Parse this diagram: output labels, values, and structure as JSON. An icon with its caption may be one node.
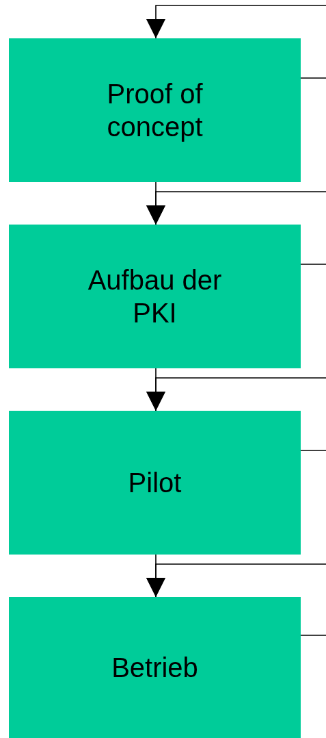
{
  "diagram": {
    "nodes": [
      {
        "text": [
          "Proof of concept"
        ]
      },
      {
        "text": [
          "Aufbau der PKI"
        ]
      },
      {
        "text": [
          "Pilot"
        ]
      },
      {
        "text": [
          "Betrieb"
        ]
      }
    ],
    "edges": [
      {
        "from": null,
        "to": 0,
        "arrow": "to"
      },
      {
        "from": 0,
        "to": null,
        "arrow": "none"
      },
      {
        "from": 0,
        "to": 1,
        "arrow": "to"
      },
      {
        "from": null,
        "to": 1,
        "arrow": "to"
      },
      {
        "from": 1,
        "to": null,
        "arrow": "none"
      },
      {
        "from": 1,
        "to": 2,
        "arrow": "to"
      },
      {
        "from": null,
        "to": 2,
        "arrow": "to"
      },
      {
        "from": 2,
        "to": null,
        "arrow": "none"
      },
      {
        "from": 2,
        "to": 3,
        "arrow": "to"
      },
      {
        "from": null,
        "to": 3,
        "arrow": "to"
      },
      {
        "from": 3,
        "to": null,
        "arrow": "none"
      }
    ]
  }
}
